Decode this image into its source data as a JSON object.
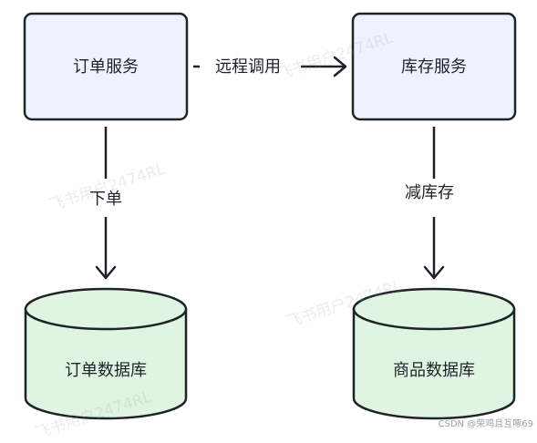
{
  "nodes": {
    "order_service": "订单服务",
    "inventory_service": "库存服务",
    "order_db": "订单数据库",
    "product_db": "商品数据库"
  },
  "edges": {
    "remote_call": "远程调用",
    "place_order": "下单",
    "reduce_stock": "减库存"
  },
  "watermark": "飞书用户2474RL",
  "credit": "CSDN @荣鸡且互啄69",
  "colors": {
    "service_fill": "#eef2fd",
    "db_fill": "#dff5e1",
    "stroke": "#1f2329"
  }
}
